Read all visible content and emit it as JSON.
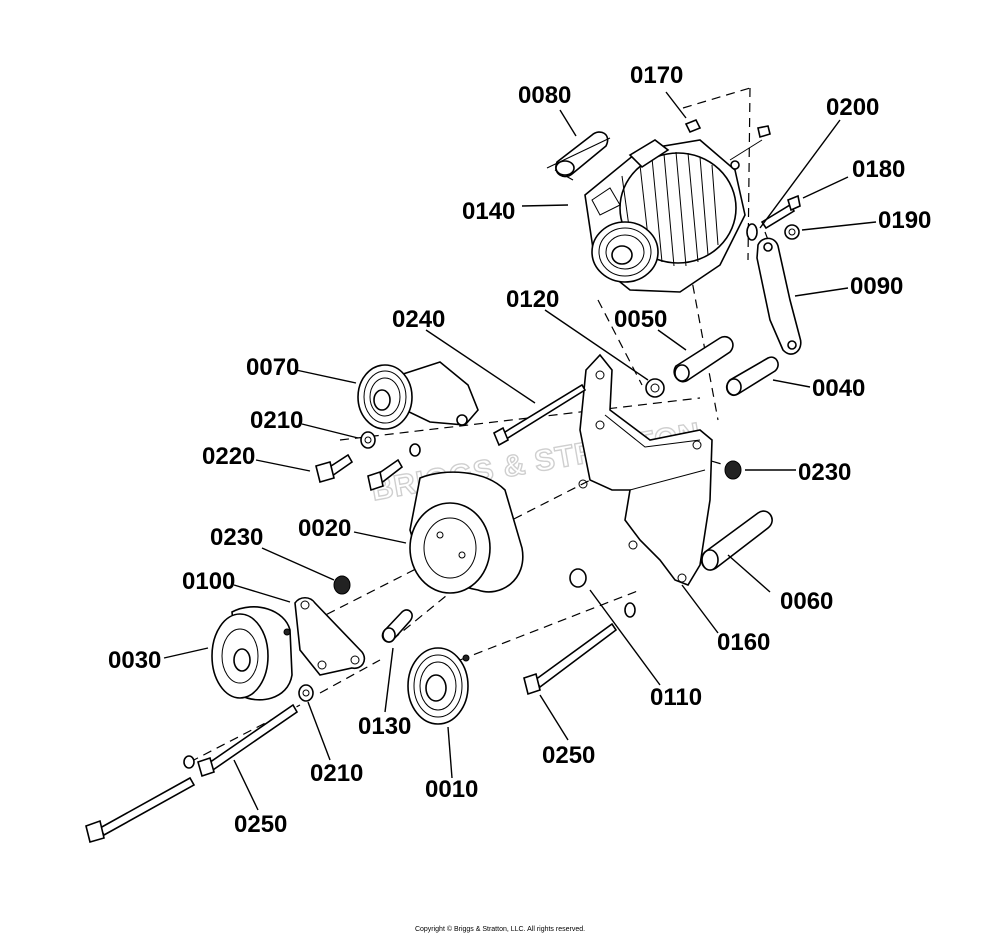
{
  "watermark": "BRIGGS & STRATTON",
  "copyright": "Copyright © Briggs & Stratton, LLC. All rights reserved.",
  "callouts": {
    "c0010": "0010",
    "c0020": "0020",
    "c0030": "0030",
    "c0040": "0040",
    "c0050": "0050",
    "c0060": "0060",
    "c0070": "0070",
    "c0080": "0080",
    "c0090": "0090",
    "c0100": "0100",
    "c0110": "0110",
    "c0120": "0120",
    "c0130": "0130",
    "c0140": "0140",
    "c0160": "0160",
    "c0170": "0170",
    "c0180": "0180",
    "c0190": "0190",
    "c0200": "0200",
    "c0210a": "0210",
    "c0210b": "0210",
    "c0220": "0220",
    "c0230a": "0230",
    "c0230b": "0230",
    "c0240": "0240",
    "c0250a": "0250",
    "c0250b": "0250"
  }
}
